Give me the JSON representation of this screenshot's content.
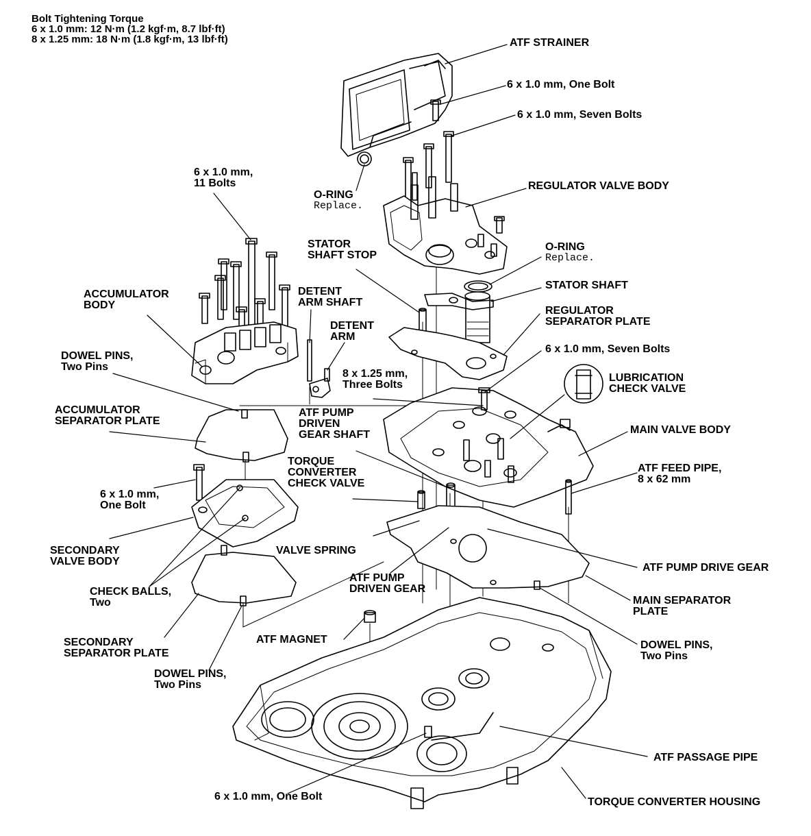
{
  "torque_spec": {
    "title": "Bolt Tightening Torque",
    "line1": "6 x 1.0 mm: 12 N·m (1.2 kgf·m, 8.7 lbf·ft)",
    "line2": "8 x 1.25 mm: 18 N·m (1.8 kgf·m, 13 lbf·ft)"
  },
  "labels": {
    "atf_strainer": "ATF STRAINER",
    "bolt_one_top": "6 x 1.0 mm, One Bolt",
    "bolt_seven_top": "6 x 1.0 mm, Seven Bolts",
    "bolt_11_l1": "6 x 1.0 mm,",
    "bolt_11_l2": "11 Bolts",
    "oring_left": "O-RING",
    "oring_left_note": "Replace.",
    "regulator_valve_body": "REGULATOR VALVE BODY",
    "stator_stop_l1": "STATOR",
    "stator_stop_l2": "SHAFT STOP",
    "oring_right": "O-RING",
    "oring_right_note": "Replace.",
    "stator_shaft": "STATOR SHAFT",
    "accumulator_body_l1": "ACCUMULATOR",
    "accumulator_body_l2": "BODY",
    "detent_arm_shaft_l1": "DETENT",
    "detent_arm_shaft_l2": "ARM SHAFT",
    "detent_arm_l1": "DETENT",
    "detent_arm_l2": "ARM",
    "regulator_sep_l1": "REGULATOR",
    "regulator_sep_l2": "SEPARATOR PLATE",
    "bolt_seven_mid": "6 x 1.0 mm, Seven Bolts",
    "dowel_top_l1": "DOWEL PINS,",
    "dowel_top_l2": "Two Pins",
    "bolt_three_l1": "8 x 1.25 mm,",
    "bolt_three_l2": "Three Bolts",
    "lubrication_l1": "LUBRICATION",
    "lubrication_l2": "CHECK VALVE",
    "accumulator_sep_l1": "ACCUMULATOR",
    "accumulator_sep_l2": "SEPARATOR PLATE",
    "pump_shaft_l1": "ATF PUMP",
    "pump_shaft_l2": "DRIVEN",
    "pump_shaft_l3": "GEAR SHAFT",
    "main_valve_body": "MAIN VALVE BODY",
    "tc_check_l1": "TORQUE",
    "tc_check_l2": "CONVERTER",
    "tc_check_l3": "CHECK VALVE",
    "feed_pipe_l1": "ATF FEED PIPE,",
    "feed_pipe_l2": "8 x 62 mm",
    "bolt_one_left_l1": "6 x 1.0 mm,",
    "bolt_one_left_l2": "One Bolt",
    "secondary_vb_l1": "SECONDARY",
    "secondary_vb_l2": "VALVE BODY",
    "valve_spring": "VALVE SPRING",
    "pump_drive_gear": "ATF PUMP DRIVE GEAR",
    "pump_driven_l1": "ATF PUMP",
    "pump_driven_l2": "DRIVEN GEAR",
    "check_balls_l1": "CHECK BALLS,",
    "check_balls_l2": "Two",
    "main_sep_l1": "MAIN SEPARATOR",
    "main_sep_l2": "PLATE",
    "secondary_sep_l1": "SECONDARY",
    "secondary_sep_l2": "SEPARATOR PLATE",
    "atf_magnet": "ATF MAGNET",
    "dowel_right_l1": "DOWEL PINS,",
    "dowel_right_l2": "Two Pins",
    "dowel_bottom_l1": "DOWEL PINS,",
    "dowel_bottom_l2": "Two Pins",
    "atf_passage_pipe": "ATF PASSAGE PIPE",
    "bolt_one_bottom": "6 x 1.0 mm, One Bolt",
    "tc_housing": "TORQUE CONVERTER HOUSING"
  },
  "colors": {
    "ink": "#000000",
    "paper": "#ffffff"
  }
}
